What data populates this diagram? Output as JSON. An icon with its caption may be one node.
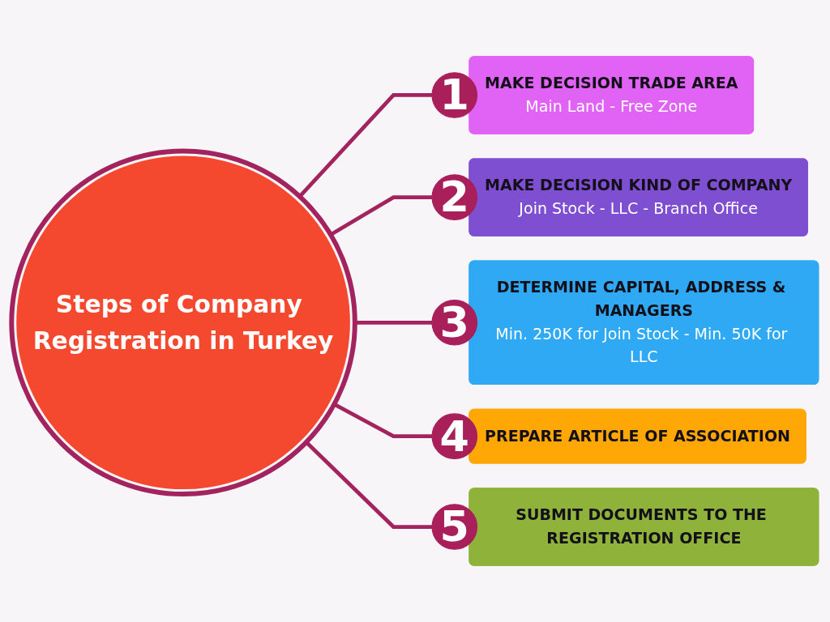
{
  "diagram": {
    "nodes": [
      {
        "text": [
          "Steps of Company Registration in Turkey"
        ]
      },
      {
        "text": [
          "1"
        ]
      },
      {
        "text": [
          "MAKE DECISION TRADE AREA",
          "Main Land - Free Zone"
        ]
      },
      {
        "text": [
          "2"
        ]
      },
      {
        "text": [
          "MAKE DECISION KIND OF COMPANY",
          "Join Stock - LLC - Branch Office"
        ]
      },
      {
        "text": [
          "3"
        ]
      },
      {
        "text": [
          "DETERMINE CAPITAL, ADDRESS & MANAGERS",
          "Min. 250K for Join Stock - Min. 50K for LLC"
        ]
      },
      {
        "text": [
          "4"
        ]
      },
      {
        "text": [
          "PREPARE ARTICLE OF ASSOCIATION"
        ]
      },
      {
        "text": [
          "5"
        ]
      },
      {
        "text": [
          "SUBMIT DOCUMENTS TO THE REGISTRATION OFFICE"
        ]
      }
    ],
    "edges": [
      {
        "from": 0,
        "to": 1,
        "arrow": "none"
      },
      {
        "from": 0,
        "to": 3,
        "arrow": "none"
      },
      {
        "from": 0,
        "to": 5,
        "arrow": "none"
      },
      {
        "from": 0,
        "to": 7,
        "arrow": "none"
      },
      {
        "from": 0,
        "to": 9,
        "arrow": "none"
      }
    ]
  }
}
